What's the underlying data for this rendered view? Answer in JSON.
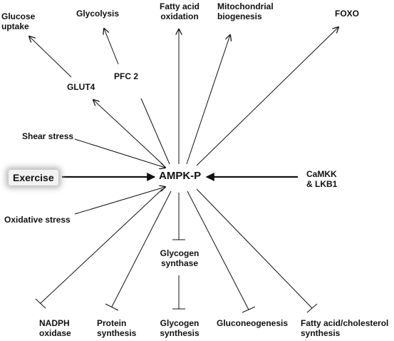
{
  "center": "AMPK-P",
  "upstream": {
    "exercise": "Exercise",
    "shear_stress": "Shear stress",
    "oxidative_stress": "Oxidative stress",
    "camkk": [
      "CaMKK",
      "& LKB1"
    ]
  },
  "activated": {
    "glucose_uptake": [
      "Glucose",
      "uptake"
    ],
    "glut4": "GLUT4",
    "glycolysis": "Glycolysis",
    "pfc2": "PFC 2",
    "fatty_acid_oxidation": [
      "Fatty acid",
      "oxidation"
    ],
    "mitochondrial_biogenesis": [
      "Mitochondrial",
      "biogenesis"
    ],
    "foxo": "FOXO"
  },
  "inhibited": {
    "nadph_oxidase": [
      "NADPH",
      "oxidase"
    ],
    "protein_synthesis": [
      "Protein",
      "synthesis"
    ],
    "glycogen_synthase": [
      "Glycogen",
      "synthase"
    ],
    "glycogen_synthesis": [
      "Glycogen",
      "synthesis"
    ],
    "gluconeogenesis": "Gluconeogenesis",
    "fatty_acid_cholesterol": [
      "Fatty acid/cholesterol",
      "synthesis"
    ]
  }
}
